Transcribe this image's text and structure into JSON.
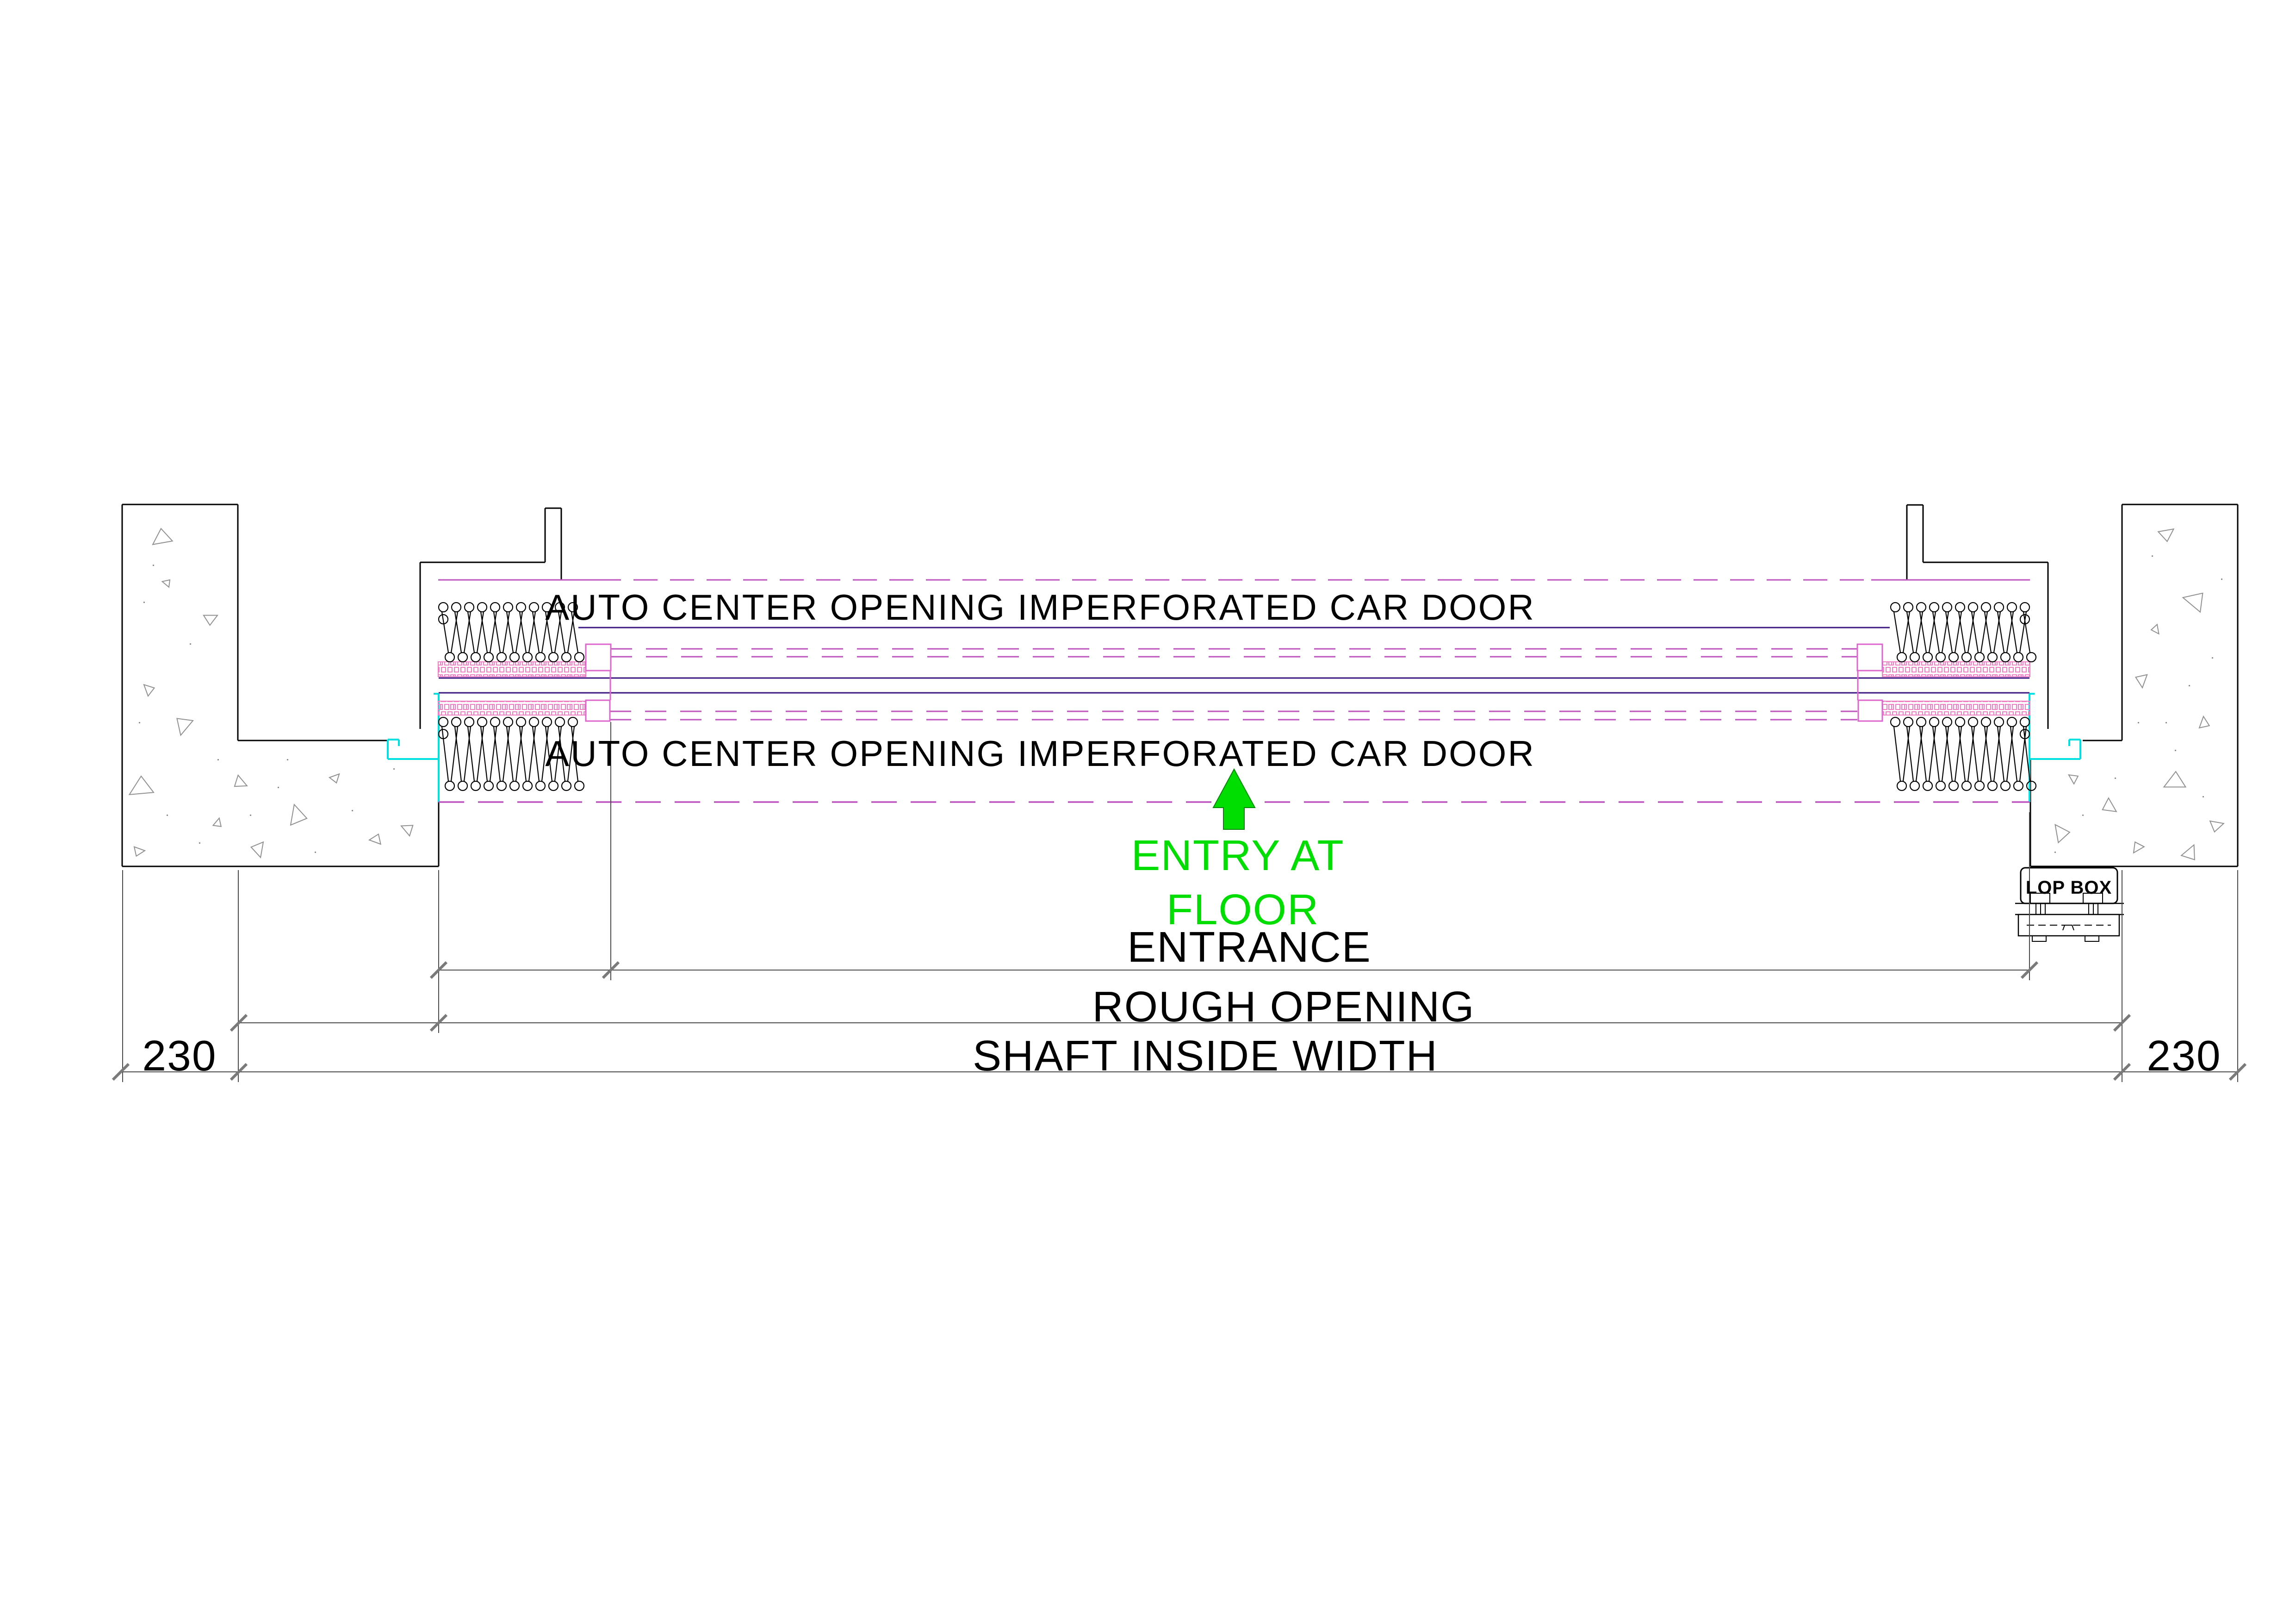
{
  "drawing": {
    "labels": {
      "car_door_top": "AUTO CENTER OPENING IMPERFORATED CAR DOOR",
      "car_door_bottom": "AUTO CENTER OPENING IMPERFORATED CAR DOOR",
      "entry_line1": "ENTRY AT",
      "entry_line2": "FLOOR",
      "entrance": "ENTRANCE",
      "rough_opening": "ROUGH OPENING",
      "shaft_inside_width": "SHAFT INSIDE WIDTH",
      "wall_thickness_left": "230",
      "wall_thickness_right": "230",
      "lop_box": "LOP BOX"
    },
    "dimensions": {
      "wall_thickness_left_mm": 230,
      "wall_thickness_right_mm": 230
    },
    "icons": {
      "entry_arrow": "up-arrow-icon"
    },
    "colors": {
      "black": "#000000",
      "green": "#00DD00",
      "green_edge": "#008800",
      "magenta": "#BE54BE",
      "box_magenta": "#DD66CC",
      "pink": "#F07EC4",
      "purple": "#3A1680",
      "cyan": "#00E0E0",
      "dim_line": "#4A4A4A",
      "tick": "#7A7A7A",
      "stipple": "#909090"
    }
  }
}
